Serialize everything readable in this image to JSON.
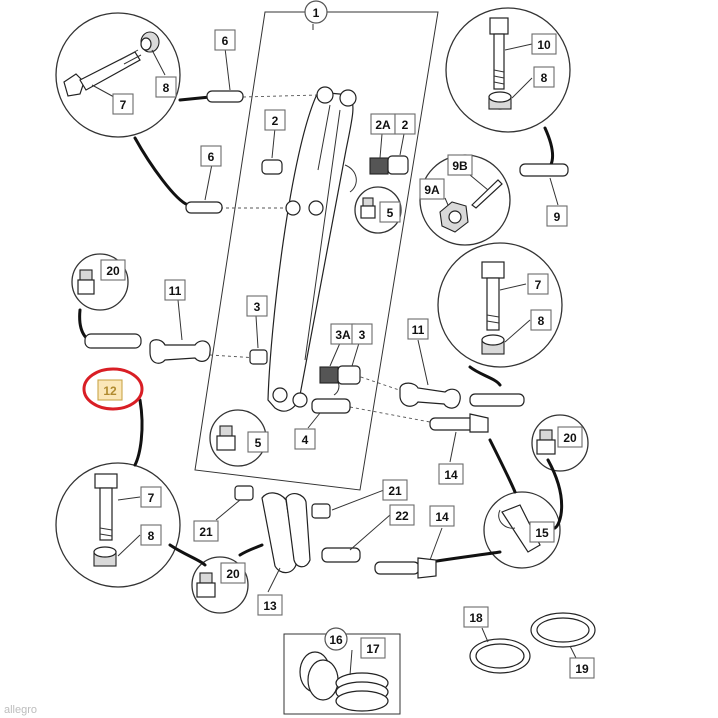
{
  "watermark": "allegro",
  "callouts": [
    {
      "id": "c1",
      "text": "1"
    },
    {
      "id": "c6a",
      "text": "6"
    },
    {
      "id": "c8a",
      "text": "8"
    },
    {
      "id": "c7a",
      "text": "7"
    },
    {
      "id": "c2a",
      "text": "2"
    },
    {
      "id": "c2Aa",
      "text": "2A"
    },
    {
      "id": "c2b",
      "text": "2"
    },
    {
      "id": "c6b",
      "text": "6"
    },
    {
      "id": "c5a",
      "text": "5"
    },
    {
      "id": "c10",
      "text": "10"
    },
    {
      "id": "c8b",
      "text": "8"
    },
    {
      "id": "c9B",
      "text": "9B"
    },
    {
      "id": "c9A",
      "text": "9A"
    },
    {
      "id": "c9",
      "text": "9"
    },
    {
      "id": "c20a",
      "text": "20"
    },
    {
      "id": "c11a",
      "text": "11"
    },
    {
      "id": "c3a",
      "text": "3"
    },
    {
      "id": "c3A",
      "text": "3A"
    },
    {
      "id": "c3b",
      "text": "3"
    },
    {
      "id": "c7b",
      "text": "7"
    },
    {
      "id": "c8c",
      "text": "8"
    },
    {
      "id": "c11b",
      "text": "11"
    },
    {
      "id": "c12",
      "text": "12",
      "highlighted": true
    },
    {
      "id": "c5b",
      "text": "5"
    },
    {
      "id": "c4",
      "text": "4"
    },
    {
      "id": "c20b",
      "text": "20"
    },
    {
      "id": "c14a",
      "text": "14"
    },
    {
      "id": "c7c",
      "text": "7"
    },
    {
      "id": "c8d",
      "text": "8"
    },
    {
      "id": "c21a",
      "text": "21"
    },
    {
      "id": "c21b",
      "text": "21"
    },
    {
      "id": "c22",
      "text": "22"
    },
    {
      "id": "c14b",
      "text": "14"
    },
    {
      "id": "c15",
      "text": "15"
    },
    {
      "id": "c20c",
      "text": "20"
    },
    {
      "id": "c13",
      "text": "13"
    },
    {
      "id": "c16",
      "text": "16"
    },
    {
      "id": "c17",
      "text": "17"
    },
    {
      "id": "c18",
      "text": "18"
    },
    {
      "id": "c19",
      "text": "19"
    }
  ],
  "highlight_mark_color": "#d91e25",
  "highlight_label_color": "#fbe7b8"
}
